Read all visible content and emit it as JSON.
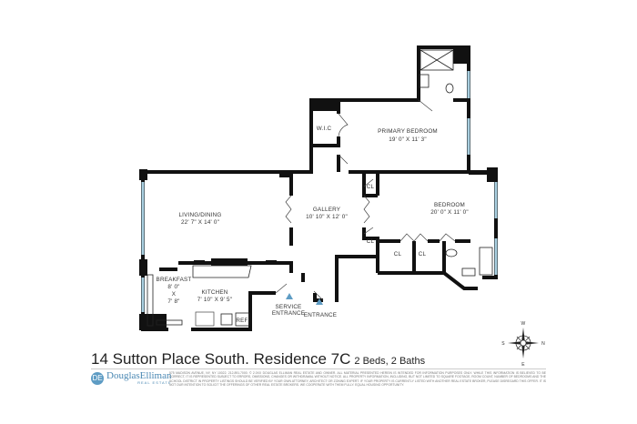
{
  "plan": {
    "rooms": {
      "primary_bedroom": {
        "name": "PRIMARY BEDROOM",
        "dims": "19' 0\" X 11' 3\""
      },
      "wic": {
        "name": "W.I.C"
      },
      "living_dining": {
        "name": "LIVING/DINING",
        "dims": "22' 7\" X 14' 0\""
      },
      "gallery": {
        "name": "GALLERY",
        "dims": "10' 10\" X 12' 0\""
      },
      "bedroom": {
        "name": "BEDROOM",
        "dims": "20' 0\" X 11' 0\""
      },
      "breakfast": {
        "name": "BREAKFAST",
        "dim1": "8' 0\"",
        "x": "X",
        "dim2": "7' 8\""
      },
      "kitchen": {
        "name": "KITCHEN",
        "dims": "7' 10\" X 9' 5\""
      },
      "closet": "CL",
      "ref": "REF"
    },
    "entrances": {
      "service": [
        "SERVICE",
        "ENTRANCE"
      ],
      "main": "ENTRANCE"
    },
    "compass": {
      "n": "N",
      "s": "S",
      "e": "E",
      "w": "W"
    },
    "colors": {
      "window": "#a9cfe0",
      "marker": "#5e9cc4"
    }
  },
  "footer": {
    "title": "14 Sutton Place South. Residence 7C",
    "subtitle": "2 Beds, 2 Baths",
    "brand_name": "DouglasElliman",
    "brand_sub": "REAL ESTATE",
    "disclaimer": "575 MADISON AVENUE, NY, NY 10022. 212.891.7000. © 2.0XX DOUGLAS ELLIMAN REAL ESTATE AND OWNER. ALL MATERIAL PRESENTED HEREIN IS INTENDED FOR INFORMATION PURPOSES ONLY. WHILE THIS INFORMATION IS BELIEVED TO BE CORRECT, IT IS REPRESENTED SUBJECT TO ERRORS, OMISSIONS, CHANGES OR WITHDRAWAL WITHOUT NOTICE. ALL PROPERTY INFORMATION, INCLUDING, BUT NOT LIMITED TO SQUARE FOOTAGE, ROOM COUNT, NUMBER OF BEDROOMS AND THE SCHOOL DISTRICT IN PROPERTY LISTINGS SHOULD BE VERIFIED BY YOUR OWN ATTORNEY, ARCHITECT OR ZONING EXPERT. IF YOUR PROPERTY IS CURRENTLY LISTED WITH ANOTHER REAL ESTATE BROKER, PLEASE DISREGARD THIS OFFER. IT IS NOT OUR INTENTION TO SOLICIT THE OFFERINGS OF OTHER REAL ESTATE BROKERS. WE COOPERATE WITH THEM FULLY. EQUAL HOUSING OPPORTUNITY."
  }
}
